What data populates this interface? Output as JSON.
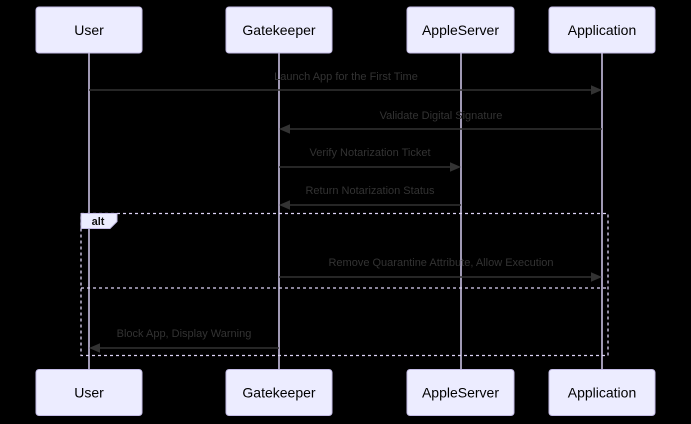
{
  "diagram": {
    "type": "sequence",
    "background_color": "#000000",
    "theme": {
      "actor_fill": "#ECECFF",
      "actor_border": "#c5bde6",
      "lifeline_color": "#d6ccf0",
      "message_color": "#333333",
      "frame_border": "#dcd3f5"
    },
    "actors": [
      {
        "name": "User"
      },
      {
        "name": "Gatekeeper"
      },
      {
        "name": "AppleServer"
      },
      {
        "name": "Application"
      }
    ],
    "messages": [
      {
        "from": "User",
        "to": "Application",
        "label": "Launch App for the First Time",
        "arrow": "solid-filled"
      },
      {
        "from": "Application",
        "to": "Gatekeeper",
        "label": "Validate Digital Signature",
        "arrow": "solid-filled"
      },
      {
        "from": "Gatekeeper",
        "to": "AppleServer",
        "label": "Verify Notarization Ticket",
        "arrow": "solid-filled"
      },
      {
        "from": "AppleServer",
        "to": "Gatekeeper",
        "label": "Return Notarization Status",
        "arrow": "solid-filled"
      },
      {
        "from": "Gatekeeper",
        "to": "Application",
        "label": "Remove Quarantine Attribute, Allow Execution",
        "arrow": "solid-filled",
        "fragment_section": 1
      },
      {
        "from": "Gatekeeper",
        "to": "User",
        "label": "Block App, Display Warning",
        "arrow": "solid-filled",
        "fragment_section": 2
      }
    ],
    "fragment": {
      "keyword": "alt",
      "sections": 2
    }
  }
}
